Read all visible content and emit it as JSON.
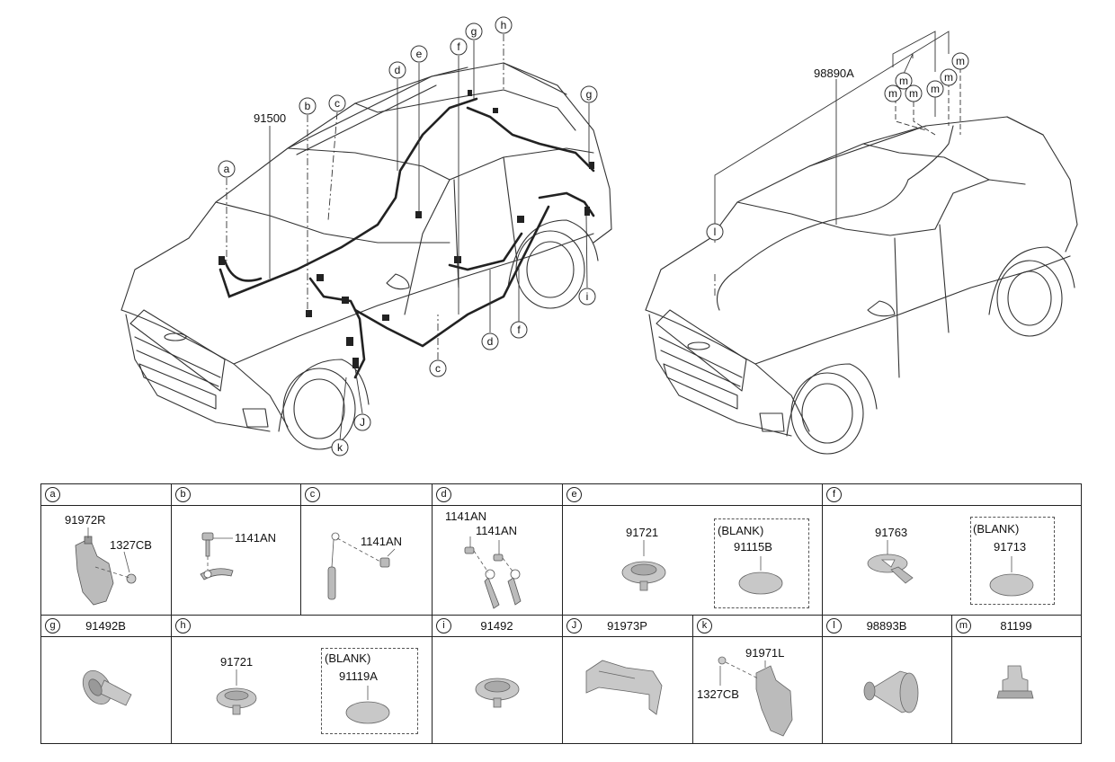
{
  "top": {
    "left_main": "91500",
    "right_main": "98890A",
    "left_callouts": [
      "a",
      "b",
      "c",
      "d",
      "e",
      "f",
      "g",
      "h",
      "g",
      "i",
      "J",
      "k",
      "c",
      "d",
      "f"
    ],
    "right_callouts": [
      "l",
      "m",
      "m",
      "m",
      "m",
      "m",
      "m"
    ]
  },
  "cells": {
    "a": {
      "key": "a",
      "title": "",
      "labels": [
        "91972R",
        "1327CB"
      ]
    },
    "b": {
      "key": "b",
      "title": "",
      "labels": [
        "1141AN"
      ]
    },
    "c": {
      "key": "c",
      "title": "",
      "labels": [
        "1141AN"
      ]
    },
    "d": {
      "key": "d",
      "title": "",
      "labels": [
        "1141AN",
        "1141AN"
      ]
    },
    "e": {
      "key": "e",
      "title": "",
      "labels": [
        "91721",
        "(BLANK)",
        "91115B"
      ]
    },
    "f": {
      "key": "f",
      "title": "",
      "labels": [
        "91763",
        "(BLANK)",
        "91713"
      ]
    },
    "g": {
      "key": "g",
      "title": "91492B",
      "labels": []
    },
    "h": {
      "key": "h",
      "title": "",
      "labels": [
        "91721",
        "(BLANK)",
        "91119A"
      ]
    },
    "i": {
      "key": "i",
      "title": "91492",
      "labels": []
    },
    "J": {
      "key": "J",
      "title": "91973P",
      "labels": []
    },
    "k": {
      "key": "k",
      "title": "",
      "labels": [
        "91971L",
        "1327CB"
      ]
    },
    "l": {
      "key": "l",
      "title": "98893B",
      "labels": []
    },
    "m": {
      "key": "m",
      "title": "81199",
      "labels": []
    }
  }
}
